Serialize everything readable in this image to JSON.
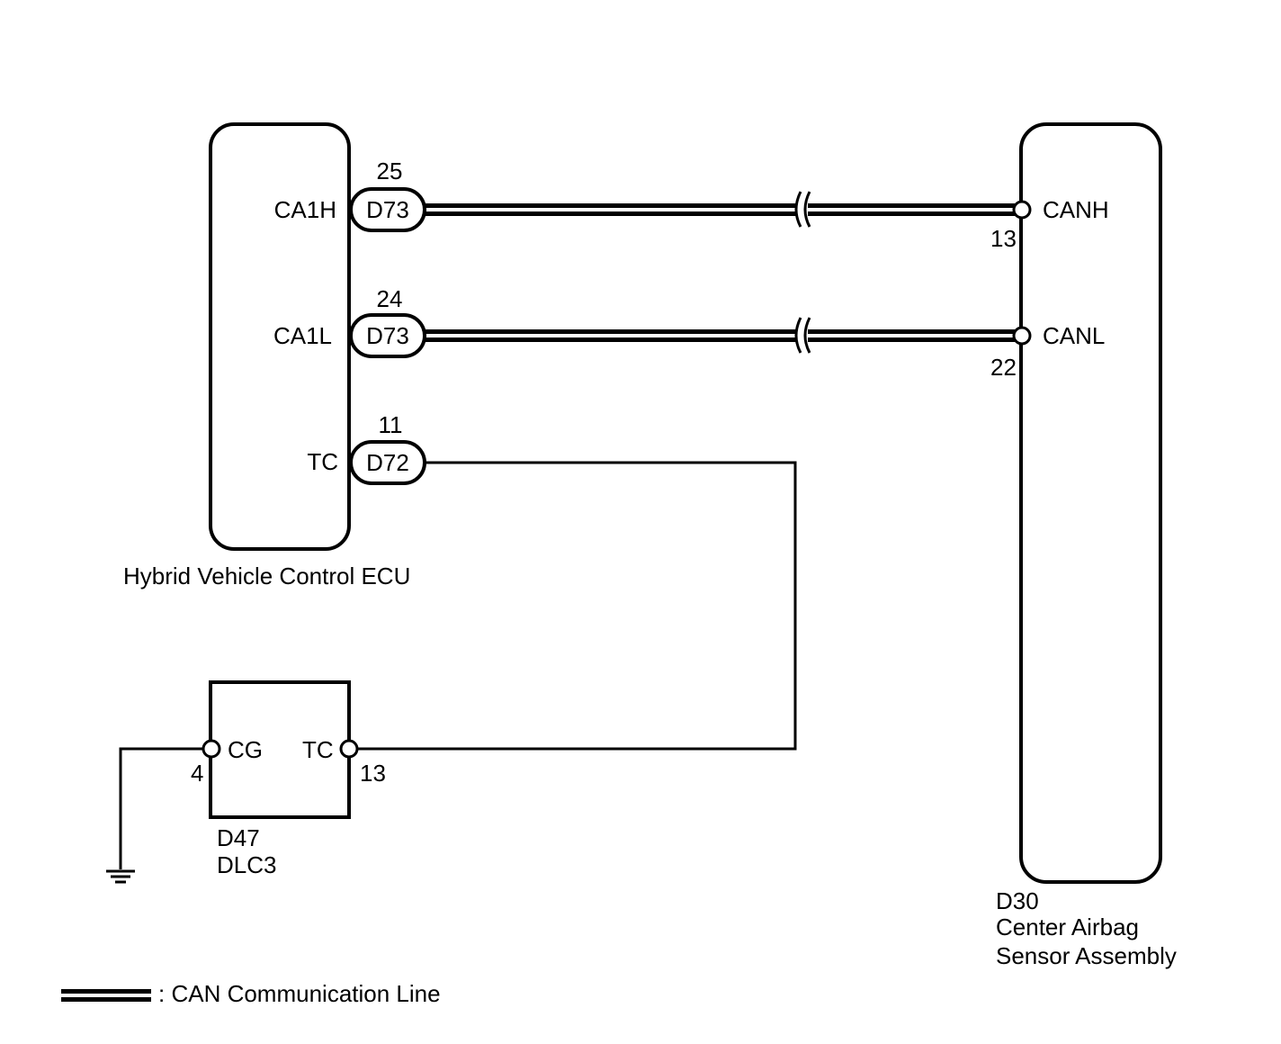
{
  "hv_ecu": {
    "name": "Hybrid Vehicle Control ECU",
    "pins": [
      {
        "terminal": "CA1H",
        "connector": "D73",
        "pin": "25"
      },
      {
        "terminal": "CA1L",
        "connector": "D73",
        "pin": "24"
      },
      {
        "terminal": "TC",
        "connector": "D72",
        "pin": "11"
      }
    ]
  },
  "airbag_sensor": {
    "code": "D30",
    "name_line1": "Center Airbag",
    "name_line2": "Sensor Assembly",
    "pins": [
      {
        "terminal": "CANH",
        "pin": "13"
      },
      {
        "terminal": "CANL",
        "pin": "22"
      }
    ]
  },
  "dlc3": {
    "code": "D47",
    "name": "DLC3",
    "pins": [
      {
        "terminal": "CG",
        "pin": "4"
      },
      {
        "terminal": "TC",
        "pin": "13"
      }
    ]
  },
  "legend": {
    "label": ": CAN Communication Line"
  },
  "colors": {
    "line": "#000000",
    "background": "#ffffff"
  }
}
